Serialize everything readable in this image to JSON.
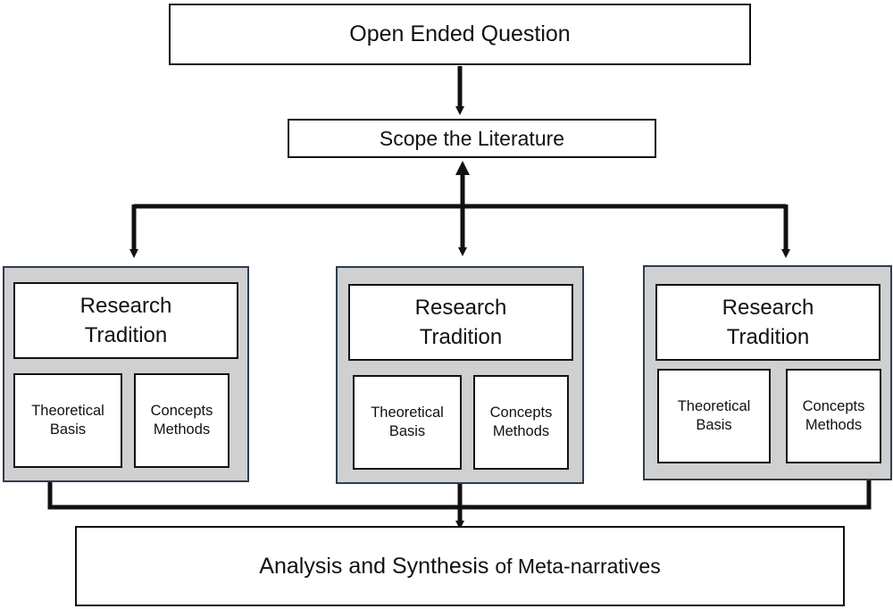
{
  "diagram": {
    "top_box": "Open Ended Question",
    "scope_box": "Scope the Literature",
    "traditions": [
      {
        "title_line1": "Research",
        "title_line2": "Tradition",
        "left_line1": "Theoretical",
        "left_line2": "Basis",
        "right_line1": "Concepts",
        "right_line2": "Methods"
      },
      {
        "title_line1": "Research",
        "title_line2": "Tradition",
        "left_line1": "Theoretical",
        "left_line2": "Basis",
        "right_line1": "Concepts",
        "right_line2": "Methods"
      },
      {
        "title_line1": "Research",
        "title_line2": "Tradition",
        "left_line1": "Theoretical",
        "left_line2": "Basis",
        "right_line1": "Concepts",
        "right_line2": "Methods"
      }
    ],
    "final_box_main": "Analysis and Synthesis",
    "final_box_tail": "of Meta-narratives"
  }
}
